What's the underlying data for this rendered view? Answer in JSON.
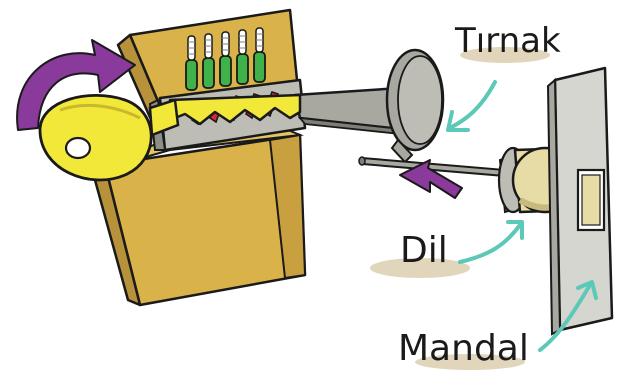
{
  "labels": {
    "tirnak": "Tırnak",
    "dil": "Dil",
    "mandal": "Mandal"
  },
  "colors": {
    "outline": "#1a1a1a",
    "lock_body": "#d9b24a",
    "lock_body_shadow": "#b8923a",
    "key": "#f2e83a",
    "key_shadow": "#c9b82a",
    "pin_green": "#3fb34a",
    "pin_red": "#d8282e",
    "metal_gray": "#a8a8a0",
    "metal_dark": "#7f7f78",
    "bolt_cream": "#e8dca6",
    "bolt_shadow": "#c8ba7e",
    "arrow_purple": "#8a3a9a",
    "arrow_teal": "#5cc9b8",
    "label_underlay": "#d9ccaa",
    "strike_plate": "#d6d6d0"
  }
}
